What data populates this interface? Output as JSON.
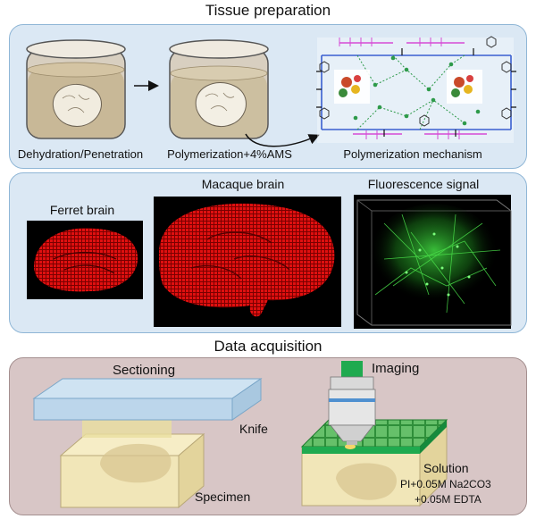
{
  "sections": {
    "tissue_preparation": {
      "title": "Tissue preparation",
      "steps": [
        "Dehydration/Penetration",
        "Polymerization+4%AMS",
        "Polymerization mechanism"
      ]
    },
    "results": {
      "labels": [
        "Ferret brain",
        "Macaque brain",
        "Fluorescence signal"
      ]
    },
    "data_acquisition": {
      "title": "Data acquisition",
      "sectioning": "Sectioning",
      "knife": "Knife",
      "specimen": "Specimen",
      "imaging": "Imaging",
      "solution": "Solution",
      "solution_line1": "PI+0.05M Na2CO3",
      "solution_line2": "+0.05M EDTA"
    }
  },
  "colors": {
    "panel_blue": "#dbe8f4",
    "panel_blue_border": "#8fb6d6",
    "panel_mauve": "#d8c6c6",
    "panel_mauve_border": "#a48f8f",
    "brain_red": "#e01010",
    "fluor_green": "#39c53a",
    "objective_green": "#1faa4f"
  }
}
